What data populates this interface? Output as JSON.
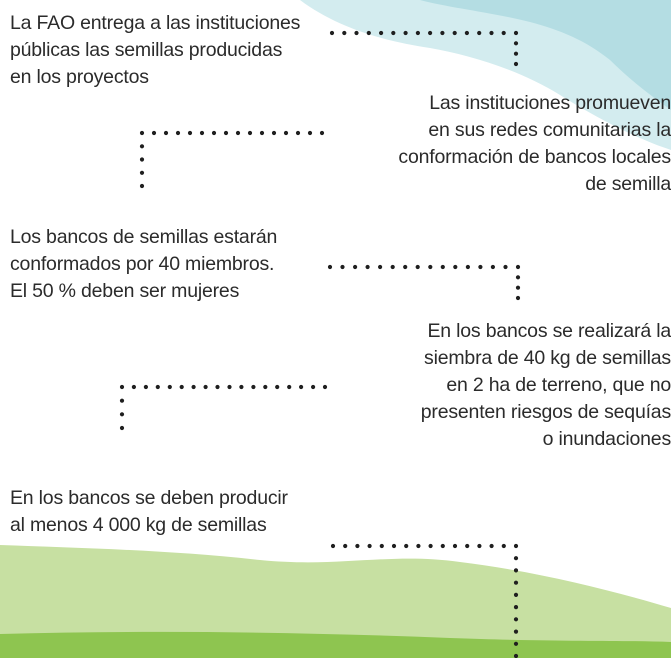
{
  "steps": [
    {
      "text": "La FAO entrega a las instituciones\npúblicas las semillas  producidas\nen los proyectos"
    },
    {
      "text": "Las instituciones promueven\nen sus redes comunitarias la\nconformación de bancos locales\nde semilla"
    },
    {
      "text": "Los bancos de semillas estarán\nconformados por 40 miembros.\nEl 50 % deben ser mujeres"
    },
    {
      "text": "En los bancos se realizará la\nsiembra de 40 kg de semillas\nen 2 ha de terreno, que no\npresenten riesgos de sequías\no inundaciones"
    },
    {
      "text": "En los bancos se deben producir\nal menos 4 000 kg de semillas"
    }
  ],
  "colors": {
    "top_wave_light": "#d3ecef",
    "top_wave_mid": "#b4dde3",
    "ground_light": "#c7e0a2",
    "ground_dark": "#8ec550",
    "dots": "#1f1f1f",
    "text": "#2b2b2b"
  }
}
